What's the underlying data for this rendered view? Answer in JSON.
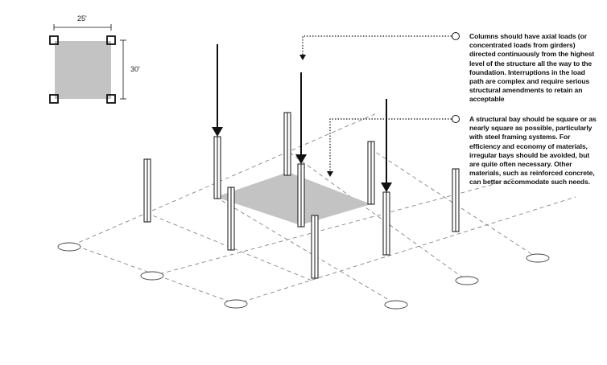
{
  "plan": {
    "width_label": "25'",
    "depth_label": "30'"
  },
  "notes": [
    {
      "text": "Columns should have axial loads (or concentrated loads from girders) directed continuously from the highest level of the structure all the way to the foundation. Interruptions in the load path are complex and require serious structural amendments to retain an acceptable"
    },
    {
      "text": "A structural bay should be square or as nearly square as possible, particularly with steel framing systems. For efficiency and economy of materials, irregular bays should be avoided, but are quite often necessary. Other materials, such as reinforced concrete, can better accommodate such needs."
    }
  ],
  "colors": {
    "bay_fill": "#c3c3c3",
    "line": "#111111",
    "grid": "#777777"
  }
}
